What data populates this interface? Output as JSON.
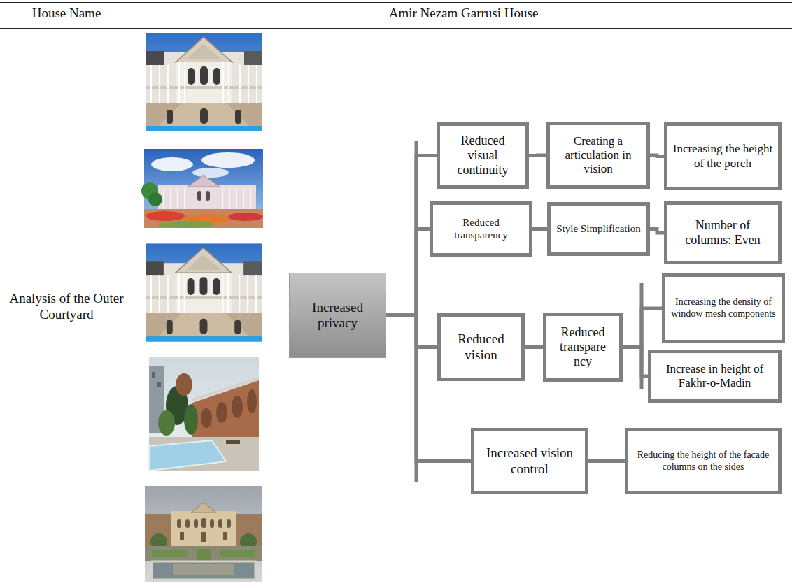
{
  "diagram": {
    "nodes": [
      {
        "text": [
          "Increased privacy"
        ]
      },
      {
        "text": [
          "Reduced visual continuity"
        ]
      },
      {
        "text": [
          "Creating a articulation in vision"
        ]
      },
      {
        "text": [
          "Increasing the height of the porch"
        ]
      },
      {
        "text": [
          "Reduced transparency"
        ]
      },
      {
        "text": [
          "Style Simplification"
        ]
      },
      {
        "text": [
          "Number of columns: Even"
        ]
      },
      {
        "text": [
          "Reduced vision"
        ]
      },
      {
        "text": [
          "Reduced transpare ncy"
        ]
      },
      {
        "text": [
          "Increasing the density of window mesh components"
        ]
      },
      {
        "text": [
          "Increase in height of Fakhr-o-Madin"
        ]
      },
      {
        "text": [
          "Increased vision control"
        ]
      },
      {
        "text": [
          "Reducing the height of the facade columns on the sides"
        ]
      }
    ],
    "edges": [
      {
        "from": 0,
        "to": 1,
        "arrow": "none"
      },
      {
        "from": 0,
        "to": 4,
        "arrow": "none"
      },
      {
        "from": 0,
        "to": 7,
        "arrow": "none"
      },
      {
        "from": 0,
        "to": 11,
        "arrow": "none"
      },
      {
        "from": 1,
        "to": 2,
        "arrow": "none"
      },
      {
        "from": 2,
        "to": 3,
        "arrow": "none"
      },
      {
        "from": 4,
        "to": 5,
        "arrow": "none"
      },
      {
        "from": 5,
        "to": 6,
        "arrow": "none"
      },
      {
        "from": 7,
        "to": 8,
        "arrow": "none"
      },
      {
        "from": 8,
        "to": 9,
        "arrow": "none"
      },
      {
        "from": 8,
        "to": 10,
        "arrow": "none"
      },
      {
        "from": 11,
        "to": 12,
        "arrow": "none"
      }
    ],
    "labels": [
      "House Name",
      "Amir Nezam Garrusi House",
      "Analysis of the Outer Courtyard"
    ]
  }
}
